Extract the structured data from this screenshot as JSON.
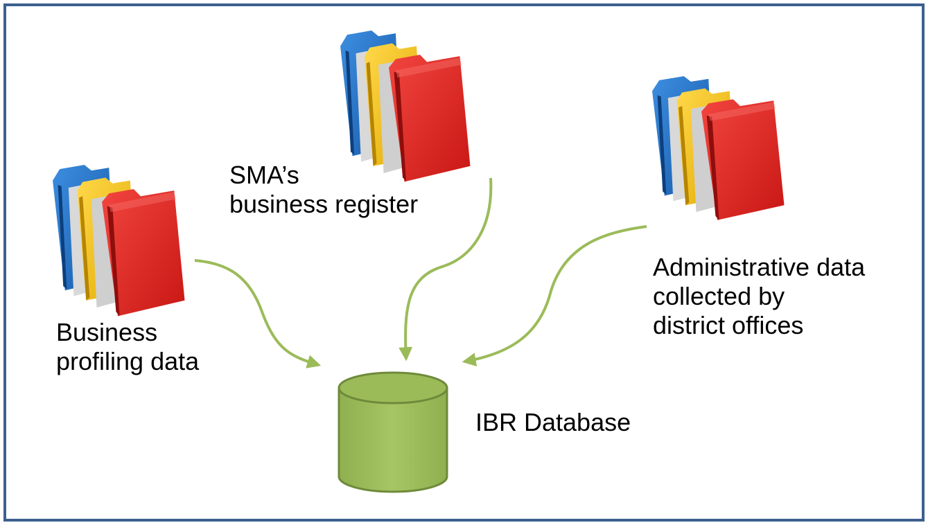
{
  "diagram": {
    "sources": [
      {
        "id": "business-profiling",
        "label_lines": [
          "Business",
          "profiling data"
        ]
      },
      {
        "id": "sma-register",
        "label_lines": [
          "SMA’s",
          "business register"
        ]
      },
      {
        "id": "district-offices",
        "label_lines": [
          "Administrative data",
          "collected by",
          "district offices"
        ]
      }
    ],
    "target": {
      "id": "ibr-database",
      "label": "IBR Database"
    },
    "colors": {
      "border": "#3c5f8f",
      "arrow": "#9bbb59",
      "cylinder_fill": "#9bbb59",
      "cylinder_stroke": "#6f8a3a",
      "folder_blue": "#1f6fc4",
      "folder_yellow": "#f4c21b",
      "folder_red": "#e3231f"
    }
  }
}
